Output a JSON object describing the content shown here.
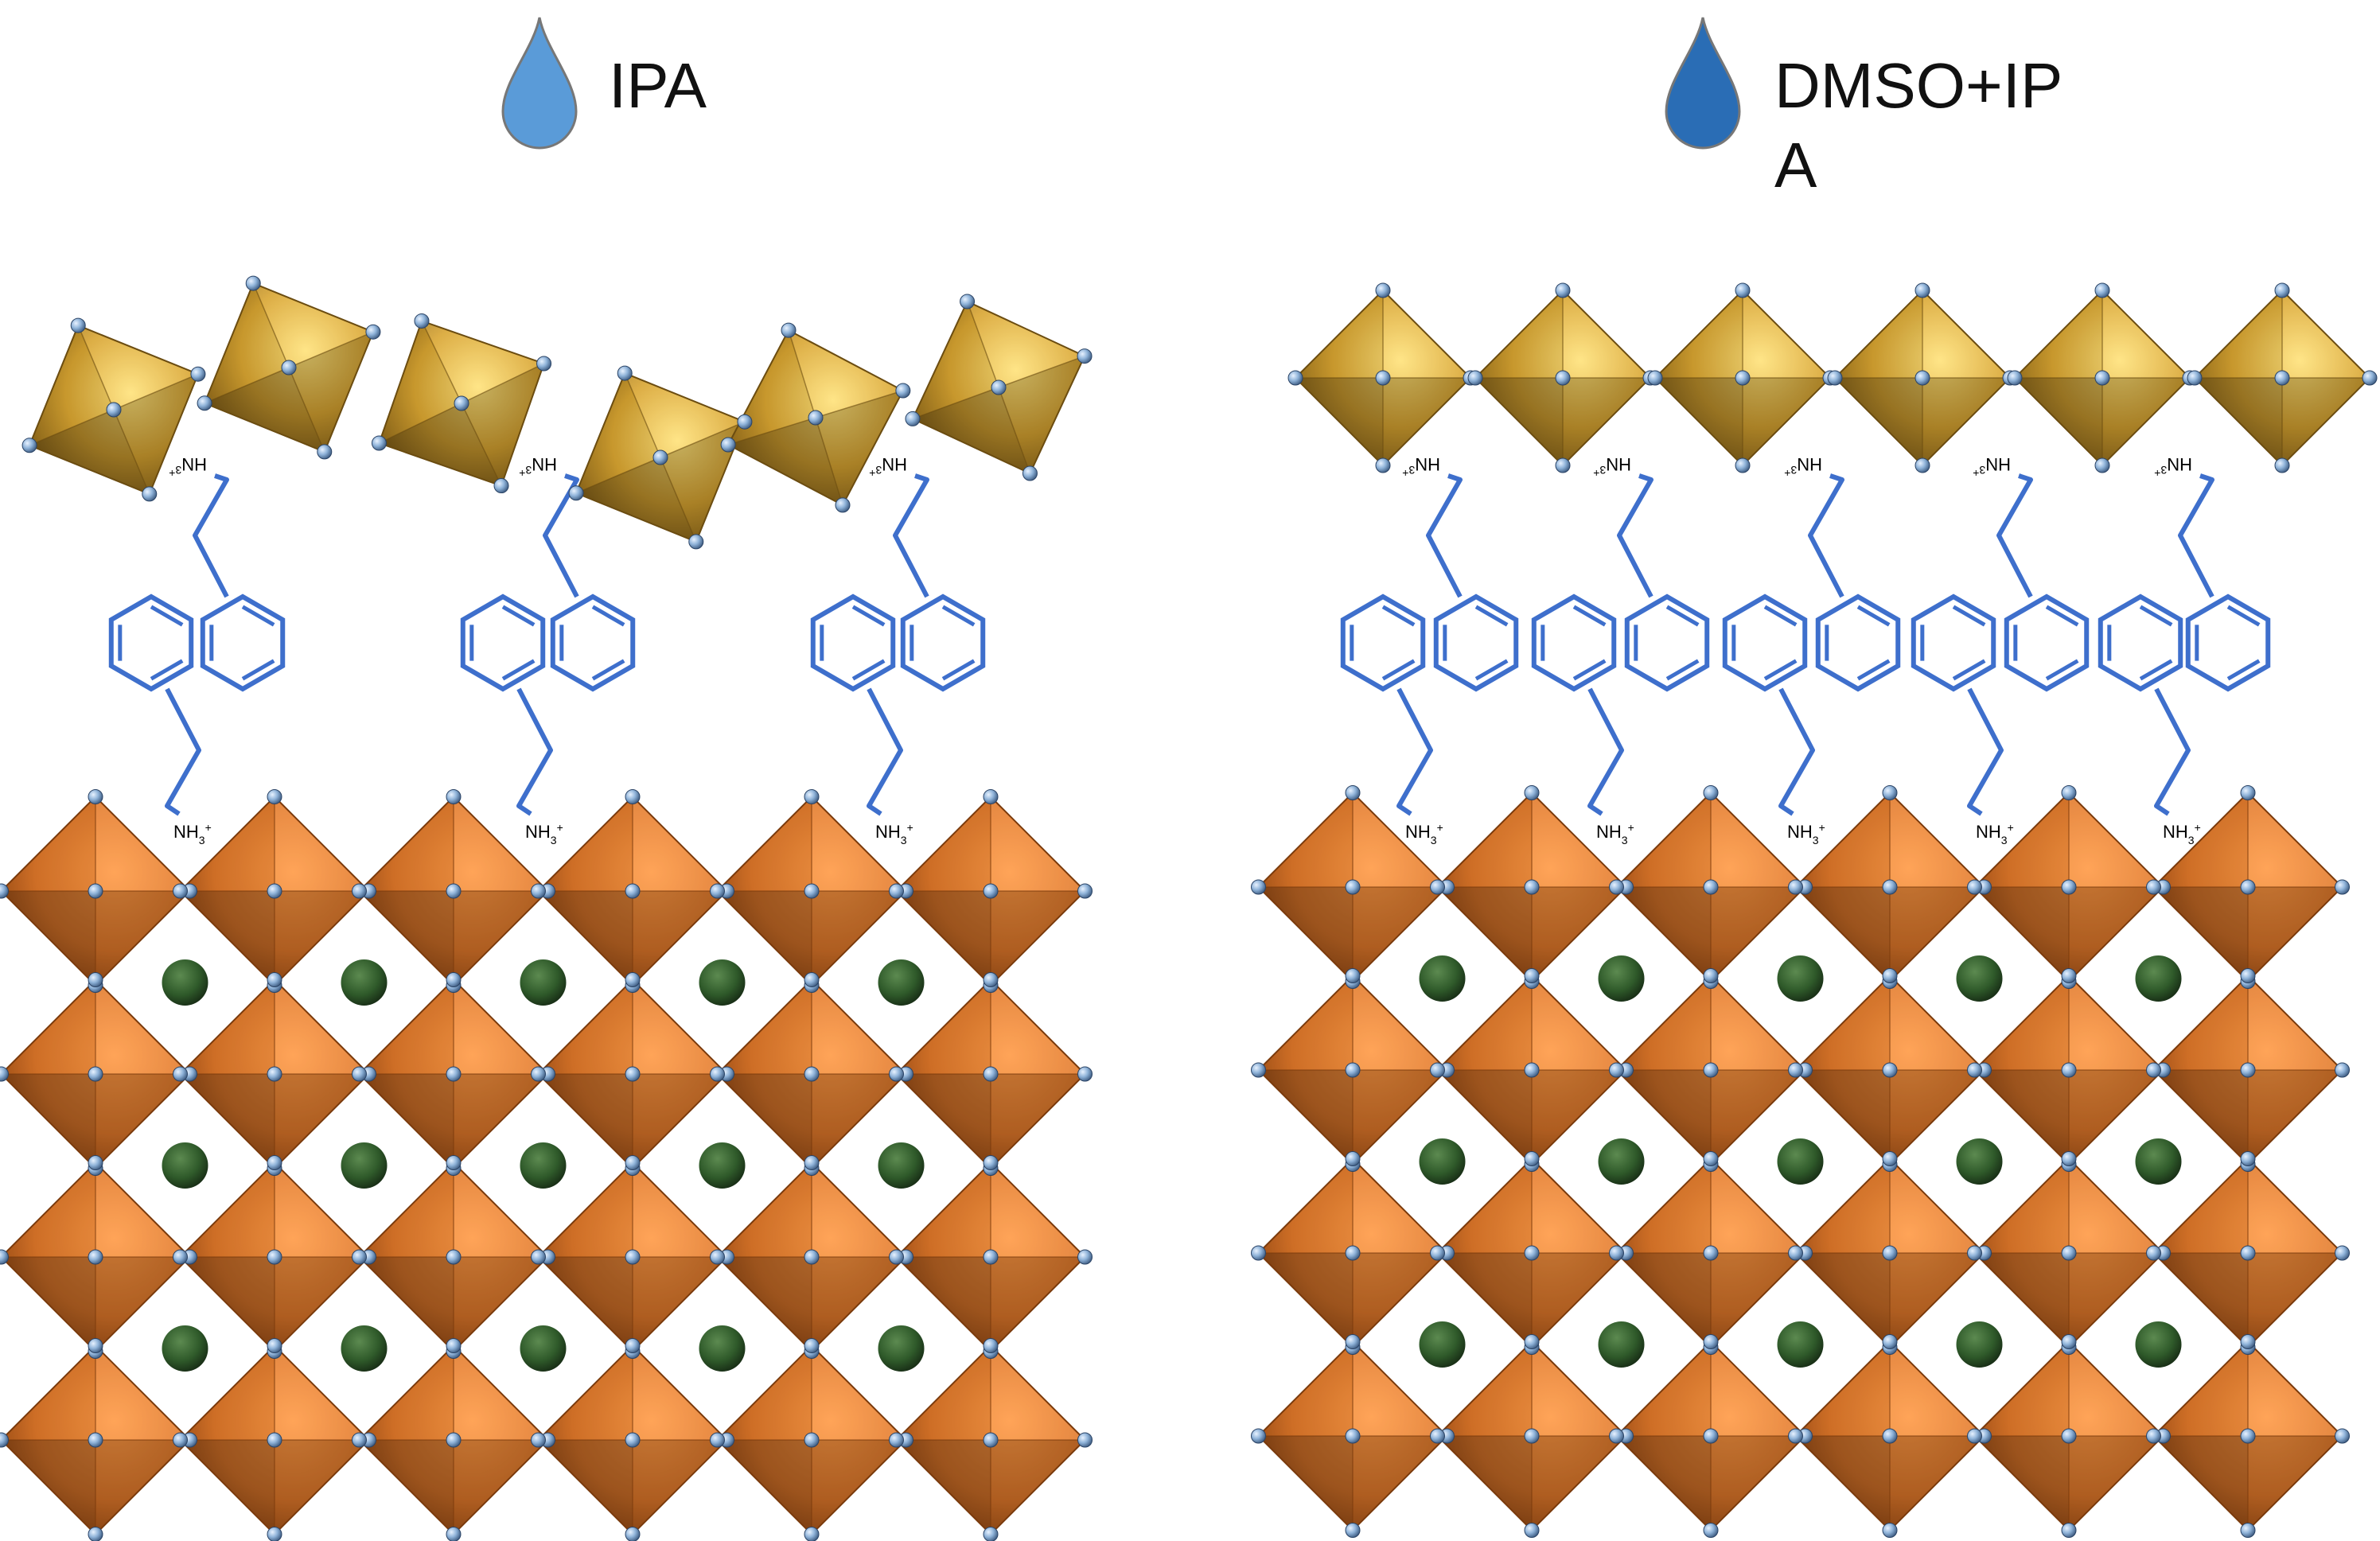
{
  "panels": [
    {
      "id": "left",
      "solvent_lines": [
        "IPA"
      ],
      "drop_color": "#5a9bd8"
    },
    {
      "id": "right",
      "solvent_lines": [
        "DMSO+IP",
        "A"
      ],
      "drop_color": "#2a6db5"
    }
  ],
  "labels": {
    "top_amine": "HN",
    "top_amine_sup": "3",
    "top_amine_charge": "+",
    "bottom_amine": "NH",
    "bottom_amine_sub": "3",
    "bottom_amine_sup": "+"
  },
  "colors": {
    "gold_octahedron": "#d9a531",
    "orange_octahedron": "#e0782a",
    "linker": "#3e6fcc",
    "node_sphere": "#8fb3d9",
    "cation_sphere": "#2f5a2a"
  }
}
